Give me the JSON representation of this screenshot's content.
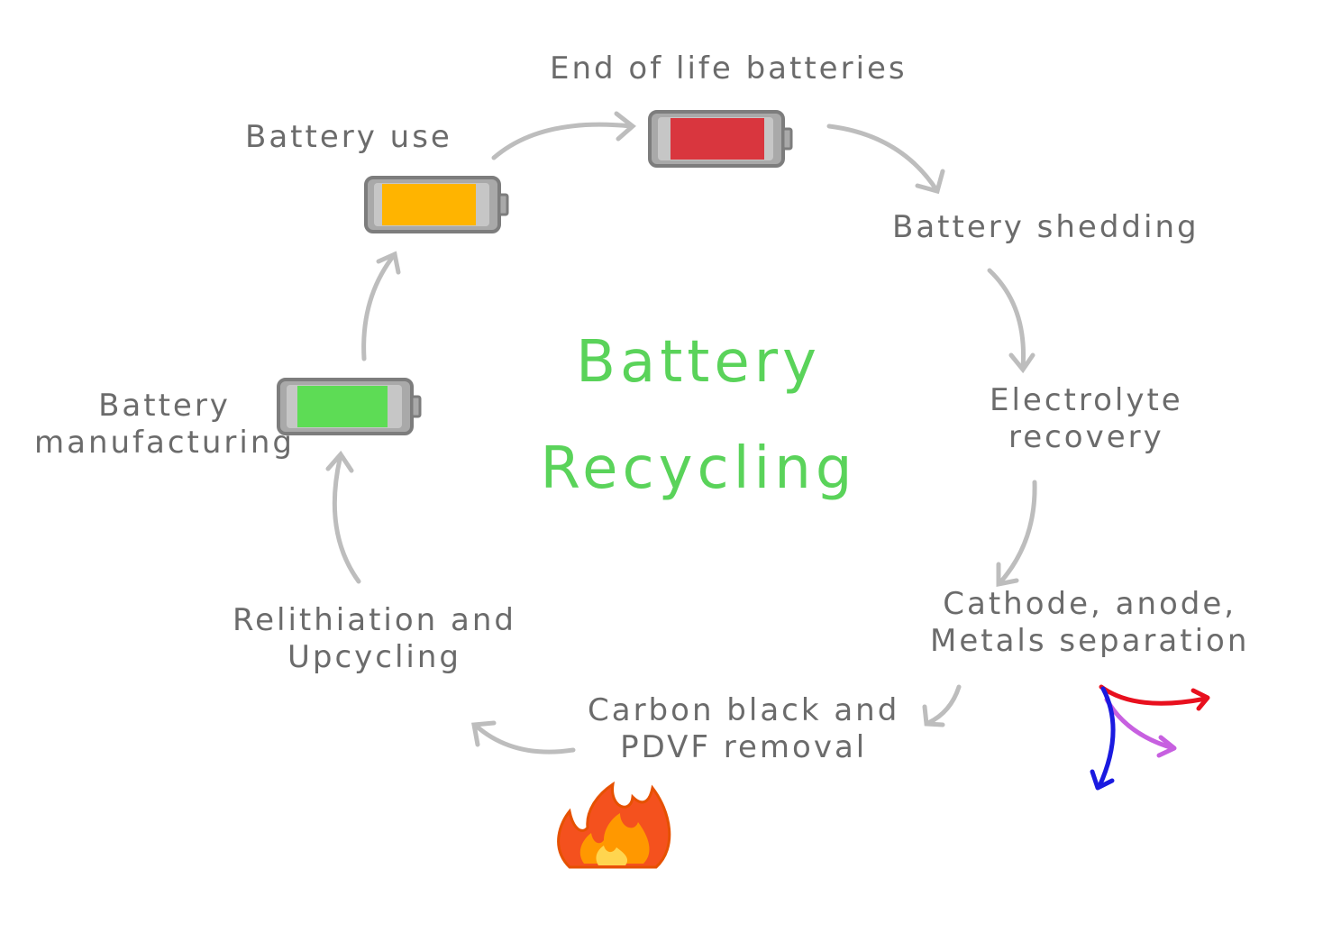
{
  "title": {
    "line1": "Battery",
    "line2": "Recycling"
  },
  "steps": {
    "end_of_life": "End of life batteries",
    "shedding": "Battery shedding",
    "electrolyte": {
      "line1": "Electrolyte",
      "line2": "recovery"
    },
    "separation": {
      "line1": "Cathode, anode,",
      "line2": "Metals separation"
    },
    "carbon": {
      "line1": "Carbon black and",
      "line2": "PDVF removal"
    },
    "relithiation": {
      "line1": "Relithiation and",
      "line2": "Upcycling"
    },
    "manufacturing": {
      "line1": "Battery",
      "line2": "manufacturing"
    },
    "use": "Battery use"
  },
  "colors": {
    "title": "#5ad35a",
    "label": "#6b6b6b",
    "arrow": "#bdbdbd",
    "battery_full": "#5ddc55",
    "battery_half": "#ffb400",
    "battery_empty": "#d9363e",
    "battery_casing": "#8a8a8a",
    "separation_red": "#e8101e",
    "separation_purple": "#c760e0",
    "separation_blue": "#1a1ae0",
    "flame_outer": "#f4511e",
    "flame_inner": "#ffc107"
  },
  "icons": [
    "battery-full-icon",
    "battery-half-icon",
    "battery-empty-icon",
    "separation-arrows-icon",
    "flame-icon"
  ]
}
